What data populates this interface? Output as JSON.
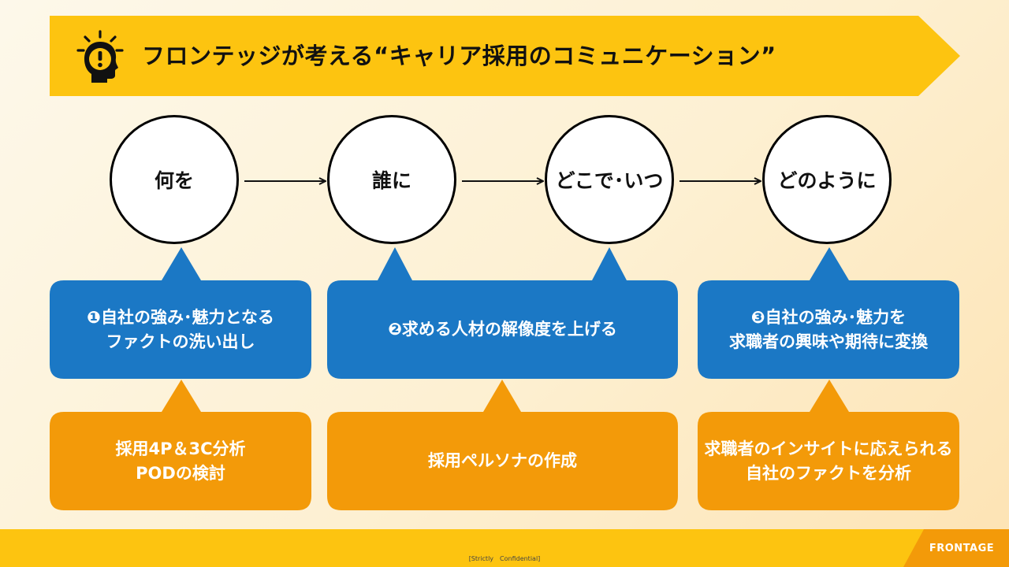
{
  "title": "フロンテッジが考える“キャリア採用のコミュニケーション”",
  "steps": [
    "何を",
    "誰に",
    "どこで･いつ",
    "どのように"
  ],
  "blue_callouts": [
    "❶自社の強み･魅力となる\nファクトの洗い出し",
    "❷求める人材の解像度を上げる",
    "❸自社の強み･魅力を\n求職者の興味や期待に変換"
  ],
  "orange_callouts": [
    "採用4P＆3C分析\nPODの検討",
    "採用ペルソナの作成",
    "求職者のインサイトに応えられる\n自社のファクトを分析"
  ],
  "footer": {
    "brand": "FRONTAGE",
    "confidential": "[Strictly　Confidential]"
  },
  "colors": {
    "banner": "#fdc410",
    "blue": "#1b78c5",
    "orange": "#f39a09",
    "text": "#111111"
  }
}
